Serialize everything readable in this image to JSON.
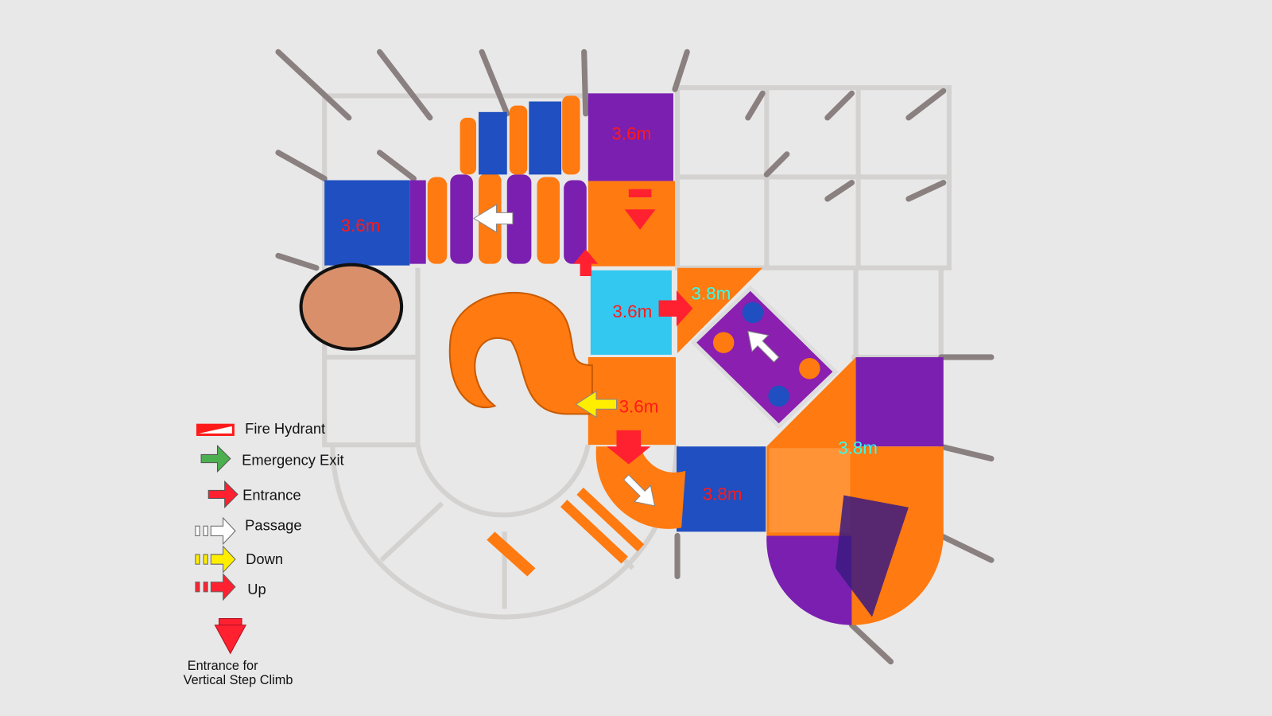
{
  "diagram": {
    "height_labels": [
      {
        "text": "3.6m",
        "color": "#ff1a1a"
      },
      {
        "text": "3.6m",
        "color": "#ff1a1a"
      },
      {
        "text": "3.6m",
        "color": "#ff1a1a"
      },
      {
        "text": "3.6m",
        "color": "#ff1a1a"
      },
      {
        "text": "3.8m",
        "color": "#33ffee"
      },
      {
        "text": "3.8m",
        "color": "#33ffee"
      },
      {
        "text": "3.8m",
        "color": "#ff1a1a"
      }
    ],
    "colors": {
      "orange": "#ff7a10",
      "purple": "#7a1fb0",
      "blue": "#1f4fc0",
      "frame": "#d4d2d0",
      "background": "#e8e8e8"
    }
  },
  "legend": {
    "fire_hydrant": "Fire Hydrant",
    "emergency_exit": "Emergency Exit",
    "entrance": "Entrance",
    "passage": "Passage",
    "down": "Down",
    "up": "Up",
    "vertical_line1": "Entrance for",
    "vertical_line2": "Vertical Step Climb"
  }
}
